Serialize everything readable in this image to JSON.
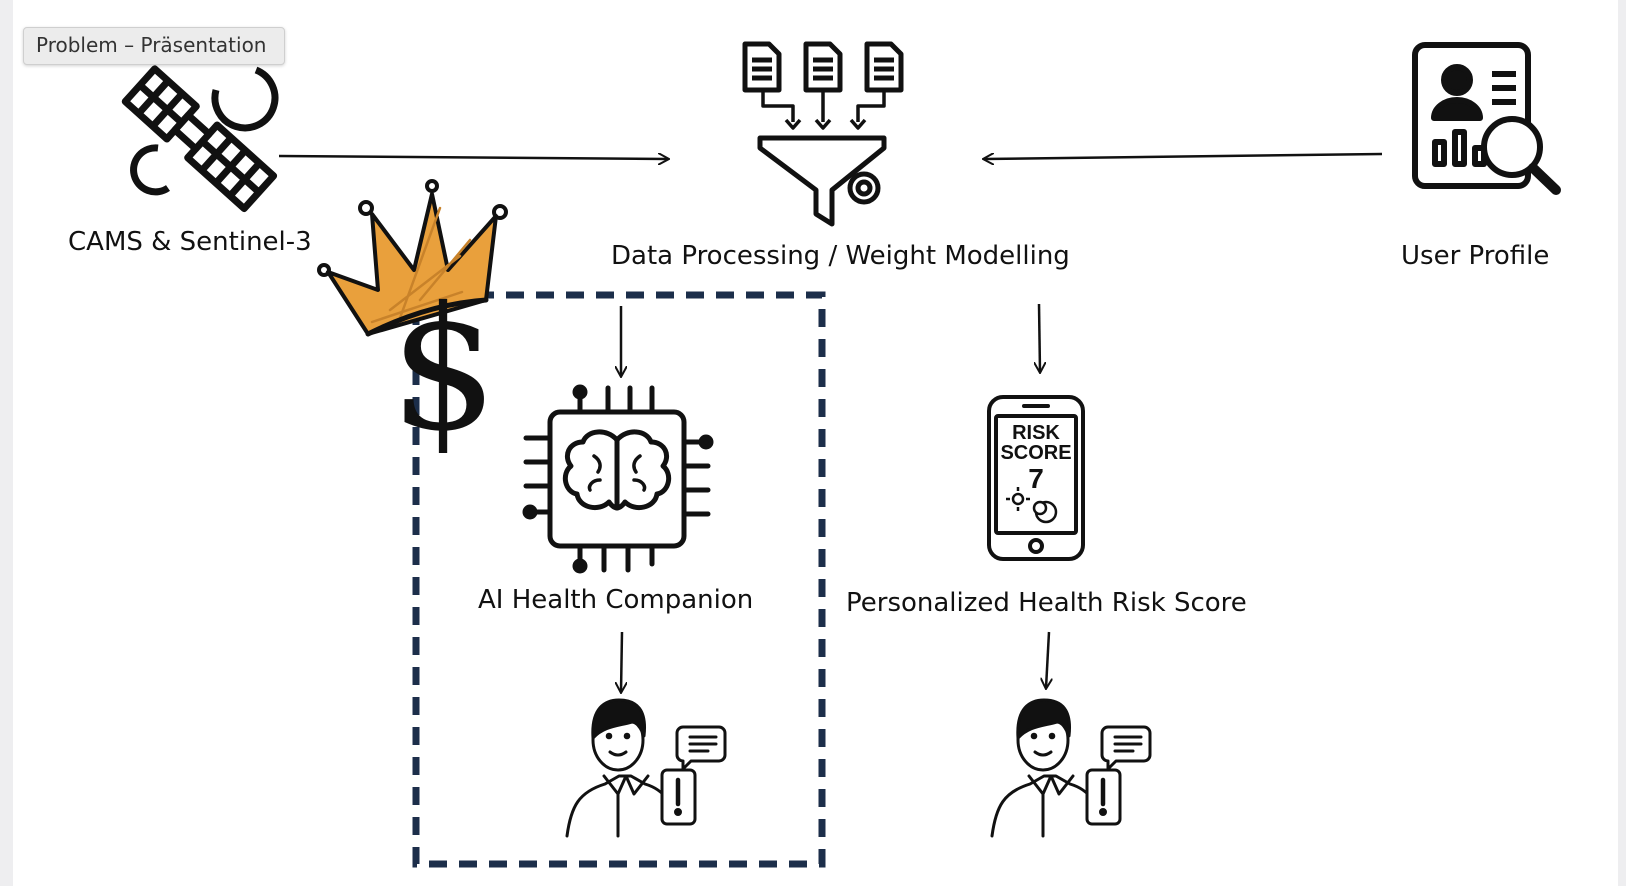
{
  "window": {
    "title": "Problem – Präsentation"
  },
  "diagram": {
    "nodes": {
      "source": {
        "label": "CAMS & Sentinel-3",
        "icon": "satellite-icon"
      },
      "processing": {
        "label": "Data Processing / Weight Modelling",
        "icon": "funnel-documents-gear-icon"
      },
      "profile": {
        "label": "User Profile",
        "icon": "profile-search-icon"
      },
      "companion": {
        "label": "AI Health Companion",
        "icon": "ai-chip-brain-icon"
      },
      "risk": {
        "label": "Personalized Health Risk Score",
        "icon": "smartphone-risk-score-icon"
      },
      "user_left": {
        "icon": "user-notification-icon"
      },
      "user_right": {
        "icon": "user-notification-icon"
      }
    },
    "phone_screen": {
      "line1": "RISK",
      "line2": "SCORE",
      "value": "7"
    },
    "annotation": {
      "crown_icon": "crown-icon",
      "dollar_glyph": "$",
      "highlight": "dashed-box"
    },
    "colors": {
      "ink": "#111111",
      "crown_fill": "#e9a03c",
      "dashed_box": "#1c2e4a"
    }
  }
}
